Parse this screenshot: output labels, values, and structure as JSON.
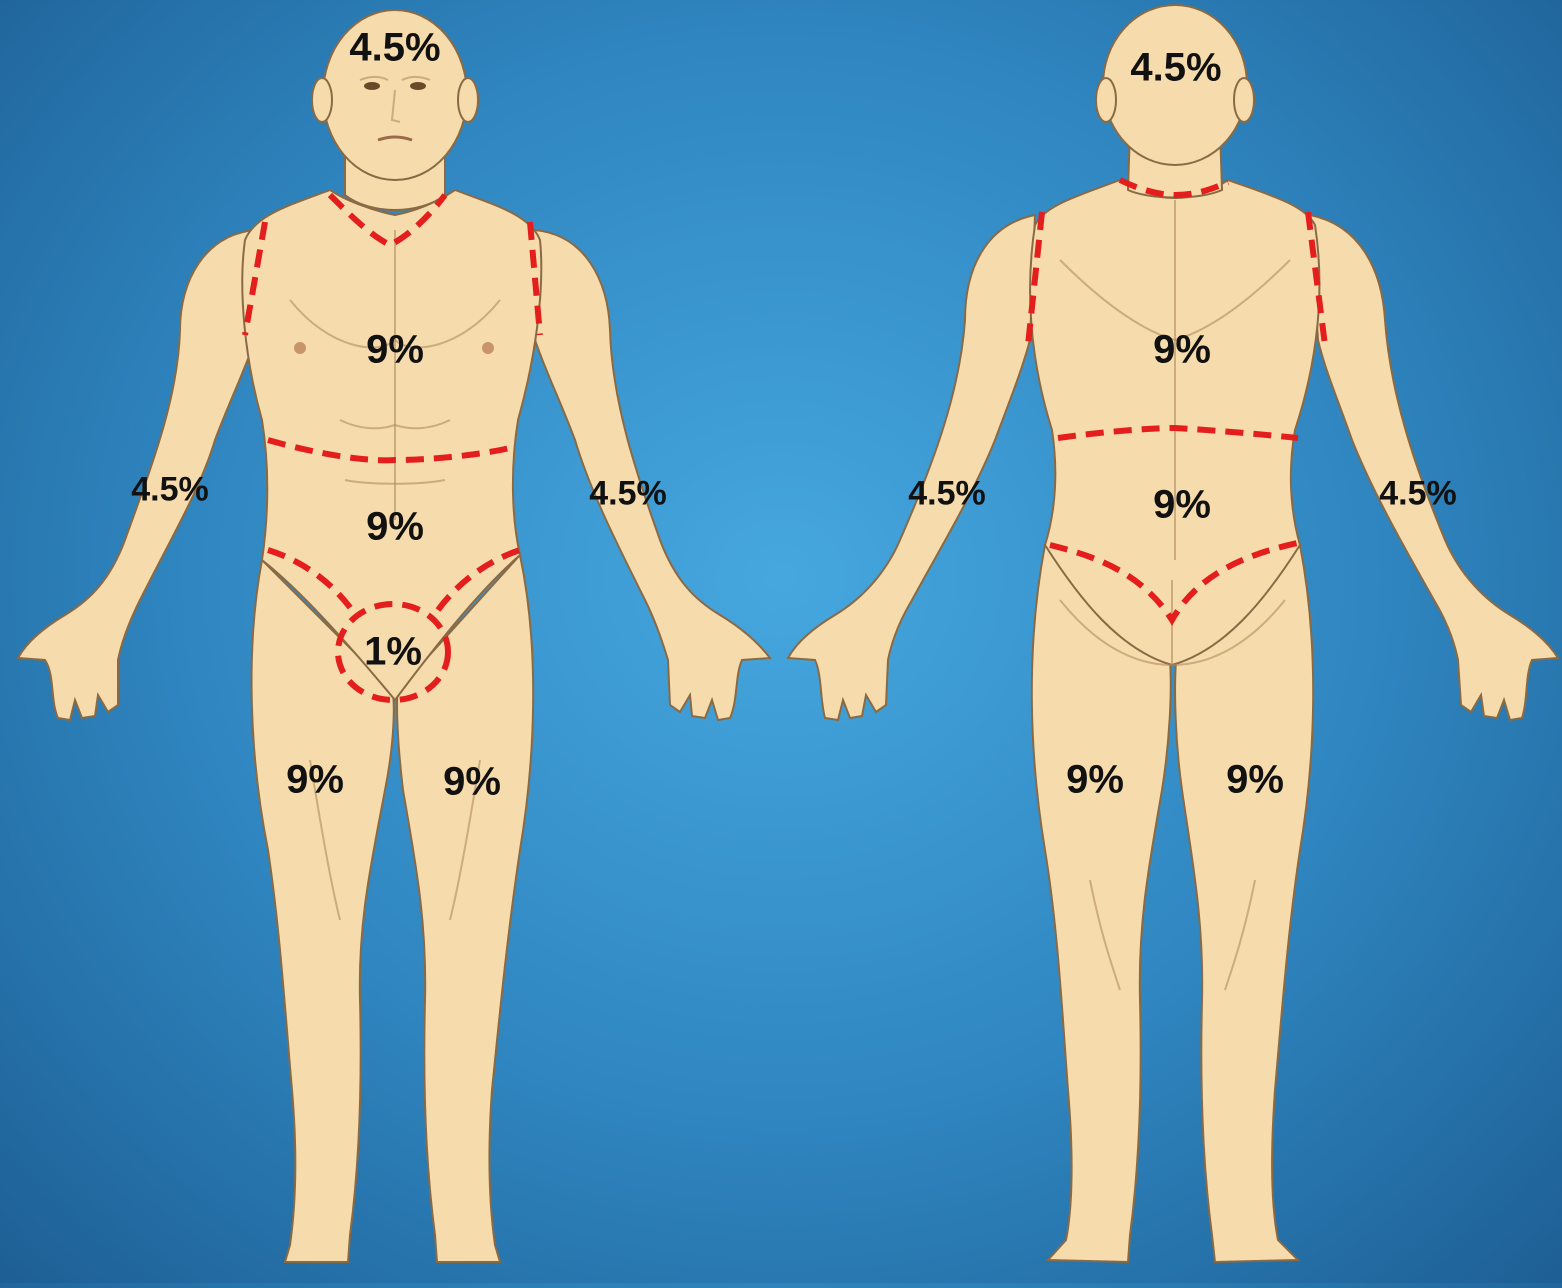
{
  "front": {
    "labels": {
      "head": "4.5%",
      "chest": "9%",
      "abdomen": "9%",
      "right_arm": "4.5%",
      "left_arm": "4.5%",
      "genitals": "1%",
      "right_leg": "9%",
      "left_leg": "9%"
    }
  },
  "back": {
    "labels": {
      "head": "4.5%",
      "upper_back": "9%",
      "lower_back": "9%",
      "left_arm": "4.5%",
      "right_arm": "4.5%",
      "left_leg": "9%",
      "right_leg": "9%"
    }
  },
  "colors": {
    "background": "#3a9ad6",
    "skin": "#f6dcac",
    "outline": "#8a6a45",
    "dashed_line": "#e41d1d",
    "label_text": "#111111"
  }
}
